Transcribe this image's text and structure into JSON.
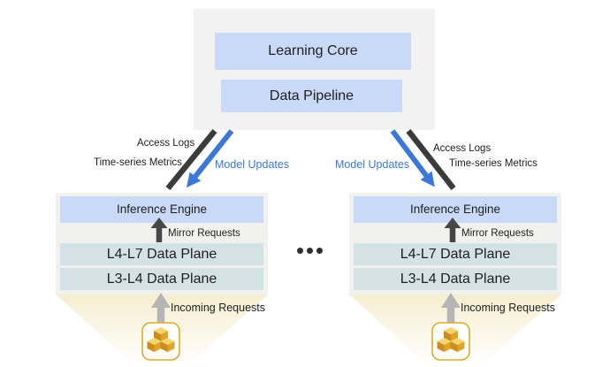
{
  "learning_core_group": {
    "learning_core_label": "Learning Core",
    "data_pipeline_label": "Data Pipeline"
  },
  "stack_labels": {
    "inference_engine": "Inference Engine",
    "l4_l7_data_plane": "L4-L7 Data Plane",
    "l3_l4_data_plane": "L3-L4 Data Plane"
  },
  "edge_labels": {
    "access_logs": "Access Logs",
    "time_series_metrics": "Time-series Metrics",
    "model_updates": "Model Updates",
    "mirror_requests": "Mirror Requests",
    "incoming_requests": "Incoming Requests"
  },
  "ellipsis": "•••",
  "icons": {
    "traffic_source": "3d-cubes-icon"
  },
  "colors": {
    "box_blue": "#c9daf8",
    "plane_gray_blue": "#d5e2e5",
    "container_gray": "#f2f2f2",
    "arrow_blue": "#3c78d8",
    "arrow_dark": "#3b3b3b",
    "incoming_arrow_gray": "#b5b5b5",
    "beam_yellow": "#f5ecca",
    "icon_gold": "#dfa92d"
  }
}
